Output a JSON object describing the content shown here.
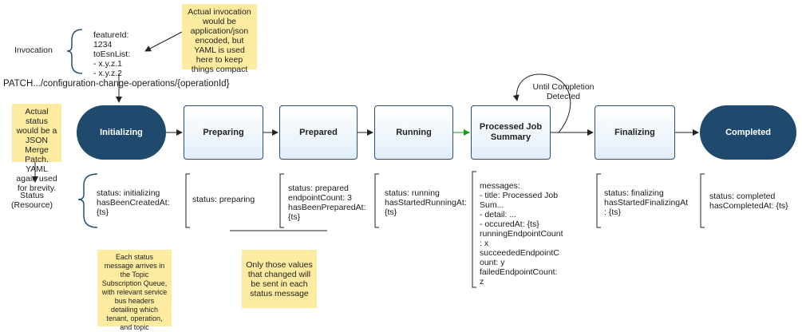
{
  "invocation": {
    "label": "Invocation",
    "body": "featureId:\n1234\ntoEsnList:\n  - x.y.z.1\n  - x.y.z.2",
    "request": "PATCH.../configuration-change-operations/{operationId}"
  },
  "notes": {
    "invocation_note": "Actual invocation\nwould be\napplication/json\nencoded, but\nYAML is used\nhere to keep\nthings compact",
    "status_note": "Actual status\nwould be a\nJSON Merge\nPatch. YAML\nagain used\nfor brevity.",
    "queue_note": "Each status\nmessage arrives in\nthe Topic\nSubscription Queue,\nwith relevant service\nbus headers\ndetailing which\ntenant, operation,\nand topic",
    "changed_note": "Only those values\nthat changed will\nbe sent in each\nstatus message"
  },
  "status_label": "Status\n(Resource)",
  "loop_label": "Until Completion\nDetected",
  "stages": [
    {
      "label": "Initializing",
      "status": "status: initializing\nhasBeenCreatedAt:\n{ts}"
    },
    {
      "label": "Preparing",
      "status": "status: preparing"
    },
    {
      "label": "Prepared",
      "status": "status: prepared\nendpointCount: 3\nhasBeenPreparedAt:\n{ts}"
    },
    {
      "label": "Running",
      "status": "status: running\nhasStartedRunningAt:\n{ts}"
    },
    {
      "label": "Processed Job\nSummary",
      "status": "messages:\n  - title: Processed Job\n  Sum...\n    - detail: ...\n    - occuredAt: {ts}\nrunningEndpointCount\n: x\nsucceededEndpointC\nount: y\nfailedEndpointCount:\nz"
    },
    {
      "label": "Finalizing",
      "status": "status: finalizing\nhasStartedFinalizingAt\n: {ts}"
    },
    {
      "label": "Completed",
      "status": "status: completed\nhasCompletedAt: {ts}"
    }
  ],
  "colors": {
    "terminal": "#1f4a6e",
    "stage_border": "#2b4f72",
    "note": "#fdeba0",
    "success_arrow": "#1a9a1a"
  }
}
